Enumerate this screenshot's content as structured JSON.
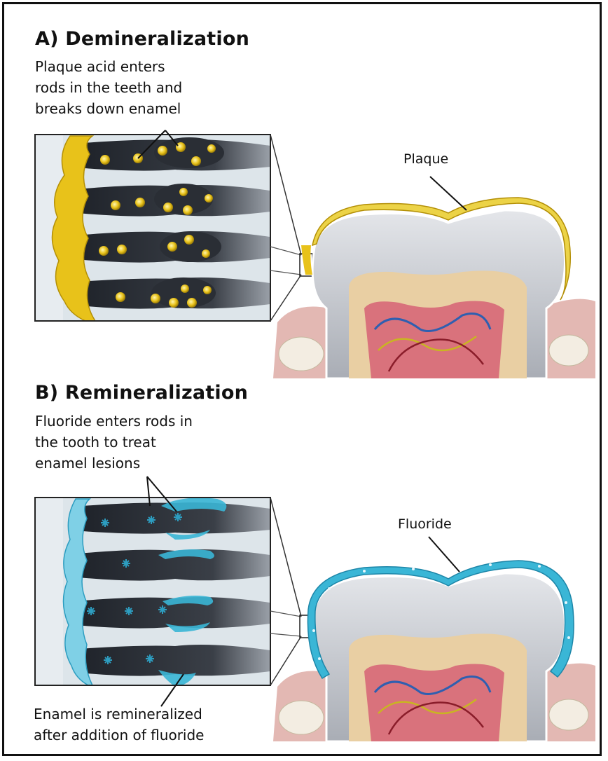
{
  "panel_a": {
    "heading": "A) Demineralization",
    "description": [
      "Plaque acid enters",
      "rods in the teeth and",
      "breaks down enamel"
    ],
    "label": "Plaque"
  },
  "panel_b": {
    "heading": "B) Remineralization",
    "description": [
      "Fluoride enters rods in",
      "the tooth to treat",
      "enamel lesions"
    ],
    "label": "Fluoride",
    "caption": [
      "Enamel is remineralized",
      "after addition of fluoride"
    ]
  },
  "colors": {
    "plaque": "#e8c21a",
    "fluoride": "#3ab6d6",
    "dentin": "#e9cfa3",
    "enamel": "#c9ccd2",
    "pulp": "#d9727c",
    "gum": "#e3b8b3"
  }
}
